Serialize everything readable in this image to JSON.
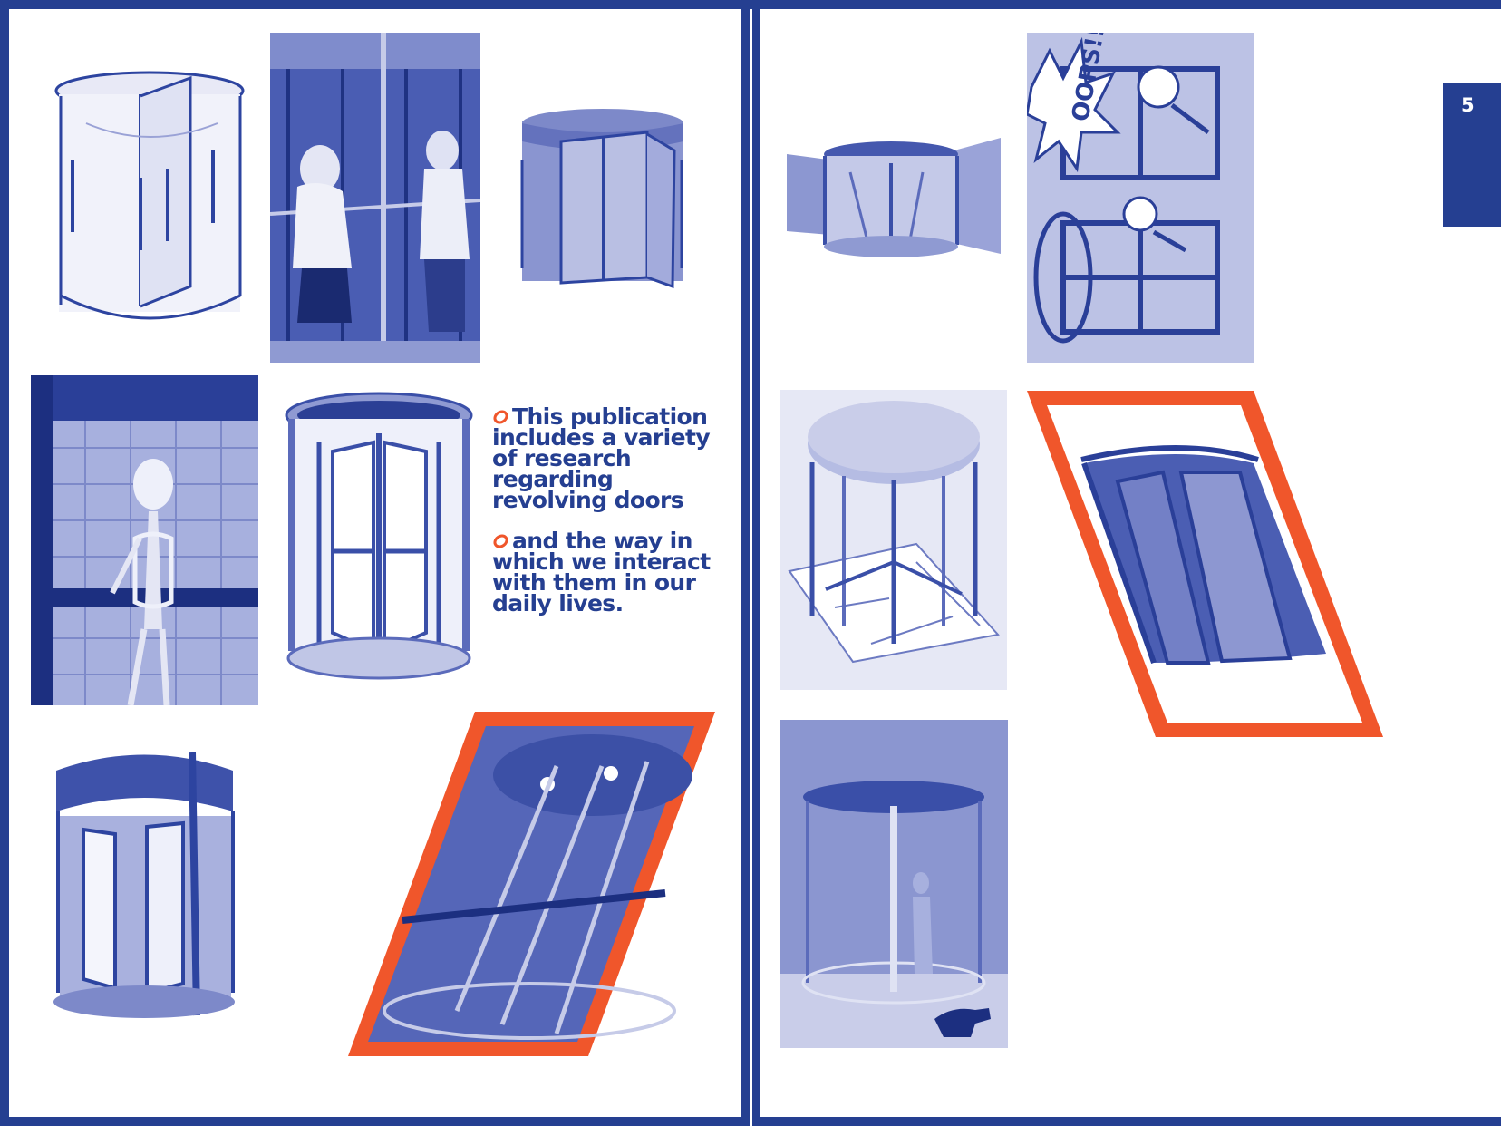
{
  "page_number": "5",
  "blurb": {
    "paragraph1": "This publication includes a variety of  research regarding revolving doors",
    "paragraph2": "and the way in which we interact with them in our daily lives."
  },
  "images": {
    "door1": "revolving door illustration",
    "door2": "two women walking through a revolving door",
    "door3": "revolving door with canopy",
    "skeleton": "skeleton pushing a revolving door",
    "door5": "ornate revolving door with four wings",
    "door6": "revolving door seen from below",
    "framed_door1": "revolving door inside an orange frame",
    "door8": "revolving door with side panels",
    "cartoon": "cartoon of people knocked by revolving door",
    "door10": "revolving door on a tiled floor",
    "framed_door2": "curved revolving door inside an orange frame",
    "door12": "revolving door with people and a dog"
  },
  "cartoon_text": "OOPS!!",
  "colors": {
    "brand_blue": "#253f91",
    "accent_orange": "#f0562b",
    "duotone_light": "#c9cce8"
  }
}
